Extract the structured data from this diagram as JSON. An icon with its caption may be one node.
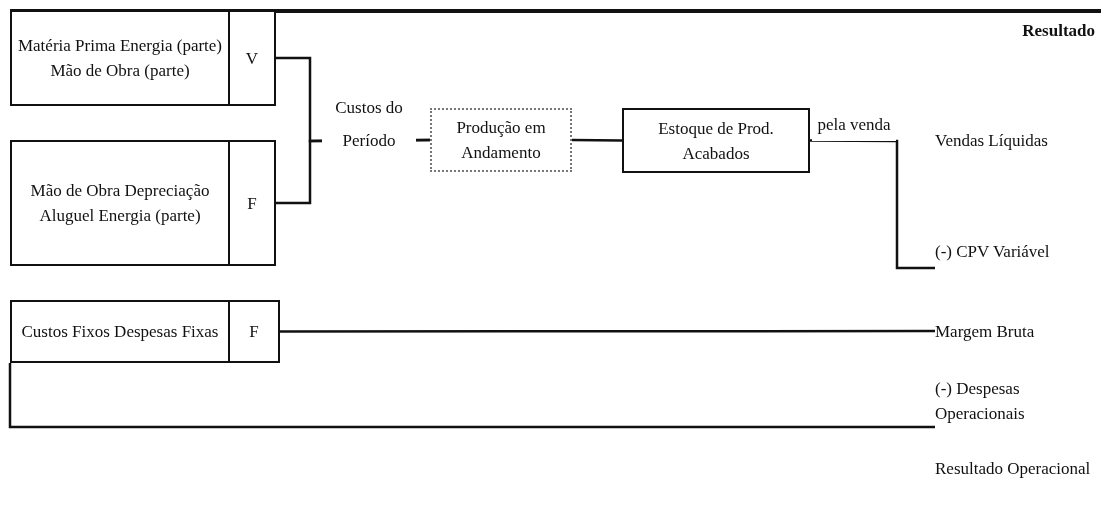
{
  "diagram": {
    "nodes": [
      {
        "text": [
          "Matéria Prima Energia (parte) Mão de Obra (parte)"
        ]
      },
      {
        "text": [
          "V"
        ]
      },
      {
        "text": [
          "Mão de Obra Depreciação Aluguel Energia (parte)"
        ]
      },
      {
        "text": [
          "F"
        ]
      },
      {
        "text": [
          "Produção em Andamento"
        ]
      },
      {
        "text": [
          "Estoque de Prod. Acabados"
        ]
      },
      {
        "text": [
          "(-) CPV Variável"
        ]
      },
      {
        "text": [
          "Custos Fixos Despesas Fixas"
        ]
      },
      {
        "text": [
          "F"
        ]
      },
      {
        "text": [
          "Margem Bruta"
        ]
      },
      {
        "text": [
          "(-) Despesas Operacionais"
        ]
      }
    ],
    "edges": [
      {
        "from": 1,
        "to": 4,
        "arrow": "none",
        "label": "Custos do Período"
      },
      {
        "from": 3,
        "to": 4,
        "arrow": "none"
      },
      {
        "from": 4,
        "to": 5,
        "arrow": "none"
      },
      {
        "from": 5,
        "to": 6,
        "arrow": "none",
        "label": "pela venda"
      },
      {
        "from": 8,
        "to": 9,
        "arrow": "none"
      },
      {
        "from": 7,
        "to": 10,
        "arrow": "none"
      }
    ],
    "labels": [
      "Resultado",
      "Vendas Líquidas",
      "Resultado Operacional"
    ]
  }
}
